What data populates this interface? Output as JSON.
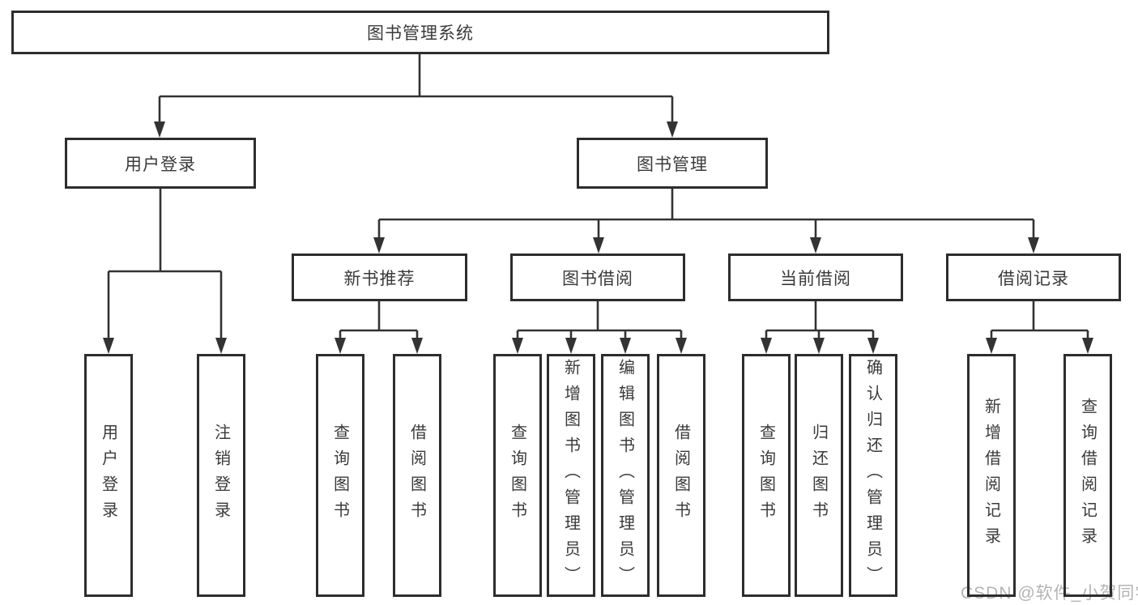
{
  "diagram": {
    "root": {
      "label": "图书管理系统"
    },
    "branches": [
      {
        "label": "用户登录",
        "children": [
          {
            "label": "用户登录"
          },
          {
            "label": "注销登录"
          }
        ]
      },
      {
        "label": "图书管理",
        "children": [
          {
            "label": "新书推荐",
            "children": [
              {
                "label": "查询图书"
              },
              {
                "label": "借阅图书"
              }
            ]
          },
          {
            "label": "图书借阅",
            "children": [
              {
                "label": "查询图书"
              },
              {
                "label": "新增图书（管理员）"
              },
              {
                "label": "编辑图书（管理员）"
              },
              {
                "label": "借阅图书"
              }
            ]
          },
          {
            "label": "当前借阅",
            "children": [
              {
                "label": "查询图书"
              },
              {
                "label": "归还图书"
              },
              {
                "label": "确认归还（管理员）"
              }
            ]
          },
          {
            "label": "借阅记录",
            "children": [
              {
                "label": "新增借阅记录"
              },
              {
                "label": "查询借阅记录"
              }
            ]
          }
        ]
      }
    ]
  },
  "watermark": {
    "text": "CSDN @软件_小贺同学"
  },
  "colors": {
    "line_color": "#333333",
    "box_border_color": "#2d2d2d",
    "text_color": "#3a3a3a",
    "watermark_color": "#b4b4b6",
    "background_color": "#ffffff"
  }
}
